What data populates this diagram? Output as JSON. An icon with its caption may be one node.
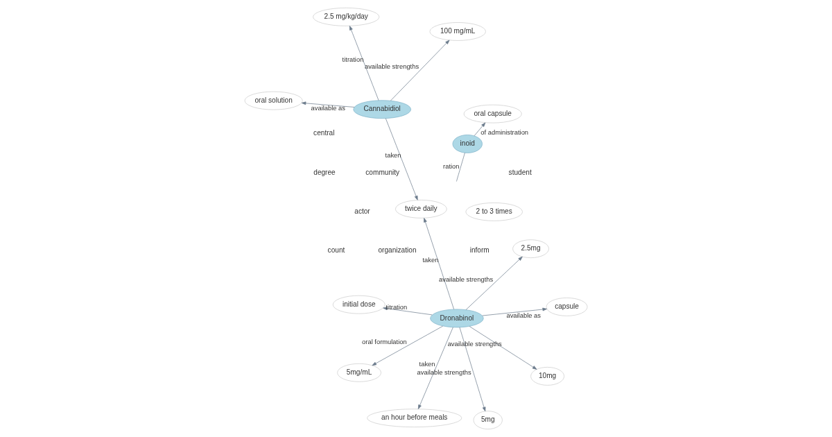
{
  "diagram": {
    "nodes": [
      {
        "text": [
          "inoid"
        ]
      },
      {
        "text": [
          "oral capsule"
        ]
      },
      {
        "text": [
          "Cannabidiol"
        ]
      },
      {
        "text": [
          "100 mg/mL"
        ]
      },
      {
        "text": [
          "oral solution"
        ]
      },
      {
        "text": [
          "2.5 mg/kg/day"
        ]
      },
      {
        "text": [
          "twice daily"
        ]
      },
      {
        "text": [
          "Dronabinol"
        ]
      },
      {
        "text": [
          "5mg/mL"
        ]
      },
      {
        "text": [
          "capsule"
        ]
      },
      {
        "text": [
          "an hour before meals"
        ]
      },
      {
        "text": [
          "10mg"
        ]
      },
      {
        "text": [
          "5mg"
        ]
      },
      {
        "text": [
          "initial dose"
        ]
      },
      {
        "text": [
          "2.5mg"
        ]
      },
      {
        "text": [
          "2 to 3 times"
        ]
      }
    ],
    "edges": [
      {
        "from": 0,
        "to": 1,
        "arrow": "to",
        "label": "of administration"
      },
      {
        "from": 0,
        "to": null,
        "arrow": "none",
        "label": "ration"
      },
      {
        "from": 2,
        "to": 3,
        "arrow": "to",
        "label": "available strengths"
      },
      {
        "from": 2,
        "to": 4,
        "arrow": "to",
        "label": "available as"
      },
      {
        "from": 2,
        "to": 5,
        "arrow": "to",
        "label": "titration"
      },
      {
        "from": 2,
        "to": 6,
        "arrow": "to",
        "label": "taken"
      },
      {
        "from": 7,
        "to": 8,
        "arrow": "to",
        "label": "oral formulation"
      },
      {
        "from": 7,
        "to": 9,
        "arrow": "to",
        "label": "available as"
      },
      {
        "from": 7,
        "to": 6,
        "arrow": "to",
        "label": "taken"
      },
      {
        "from": 7,
        "to": 10,
        "arrow": "to",
        "label": "taken"
      },
      {
        "from": 7,
        "to": 11,
        "arrow": "to",
        "label": "available strengths"
      },
      {
        "from": 7,
        "to": 12,
        "arrow": "to",
        "label": "available strengths"
      },
      {
        "from": 7,
        "to": 13,
        "arrow": "to",
        "label": "titration"
      },
      {
        "from": 7,
        "to": 14,
        "arrow": "to",
        "label": "available strengths"
      }
    ],
    "labels": [
      "inform",
      "organization",
      "community",
      "actor",
      "student",
      "count",
      "central",
      "degree"
    ]
  }
}
